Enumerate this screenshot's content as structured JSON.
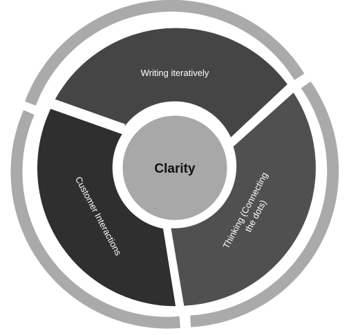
{
  "diagram": {
    "center": {
      "label": "Clarity",
      "color": "#a8a8a8"
    },
    "segments": [
      {
        "label": "Writing iteratively",
        "color": "#454545"
      },
      {
        "label_line1": "Thinking (Connecting",
        "label_line2": "the dots)",
        "color": "#505050"
      },
      {
        "label": "Customer Interactions",
        "color": "#2f2f2f"
      }
    ],
    "outer_ring_color": "#aaaaaa",
    "background": "#ffffff"
  }
}
